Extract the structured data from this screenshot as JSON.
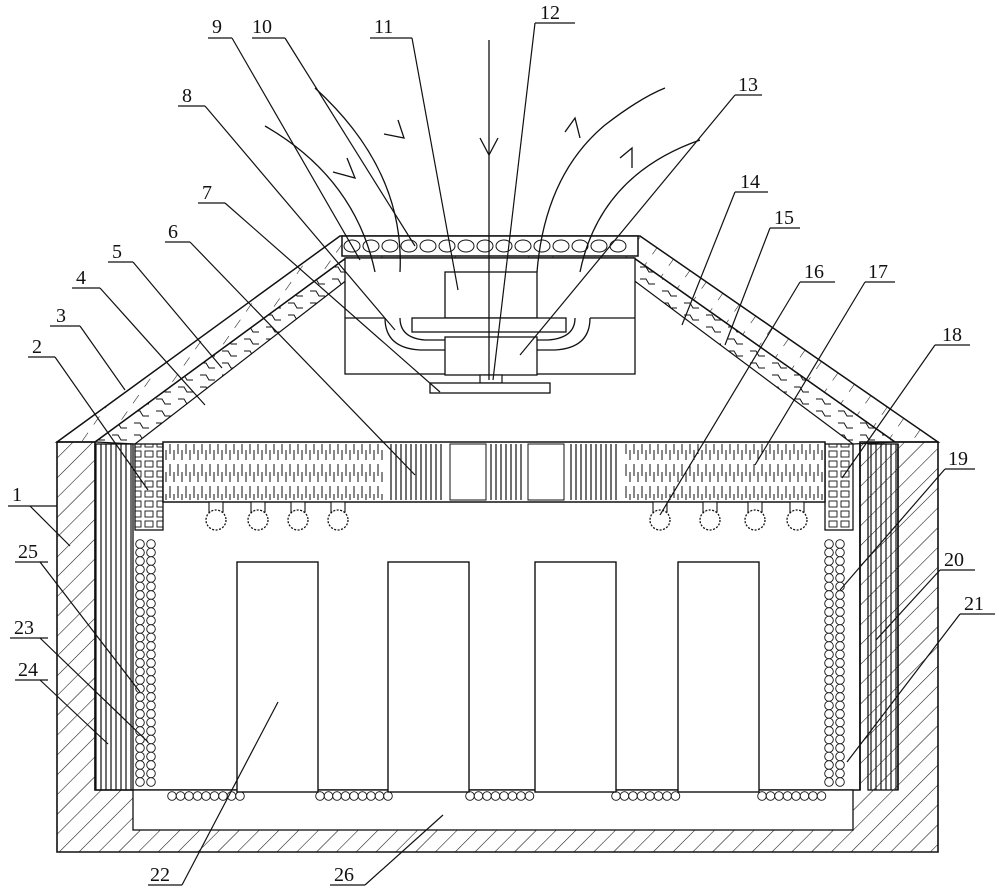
{
  "labels": [
    "1",
    "2",
    "3",
    "4",
    "5",
    "6",
    "7",
    "8",
    "9",
    "10",
    "11",
    "12",
    "13",
    "14",
    "15",
    "16",
    "17",
    "18",
    "19",
    "20",
    "21",
    "22",
    "23",
    "24",
    "25",
    "26"
  ],
  "colors": {
    "ink": "#111111",
    "background": "#ffffff"
  }
}
